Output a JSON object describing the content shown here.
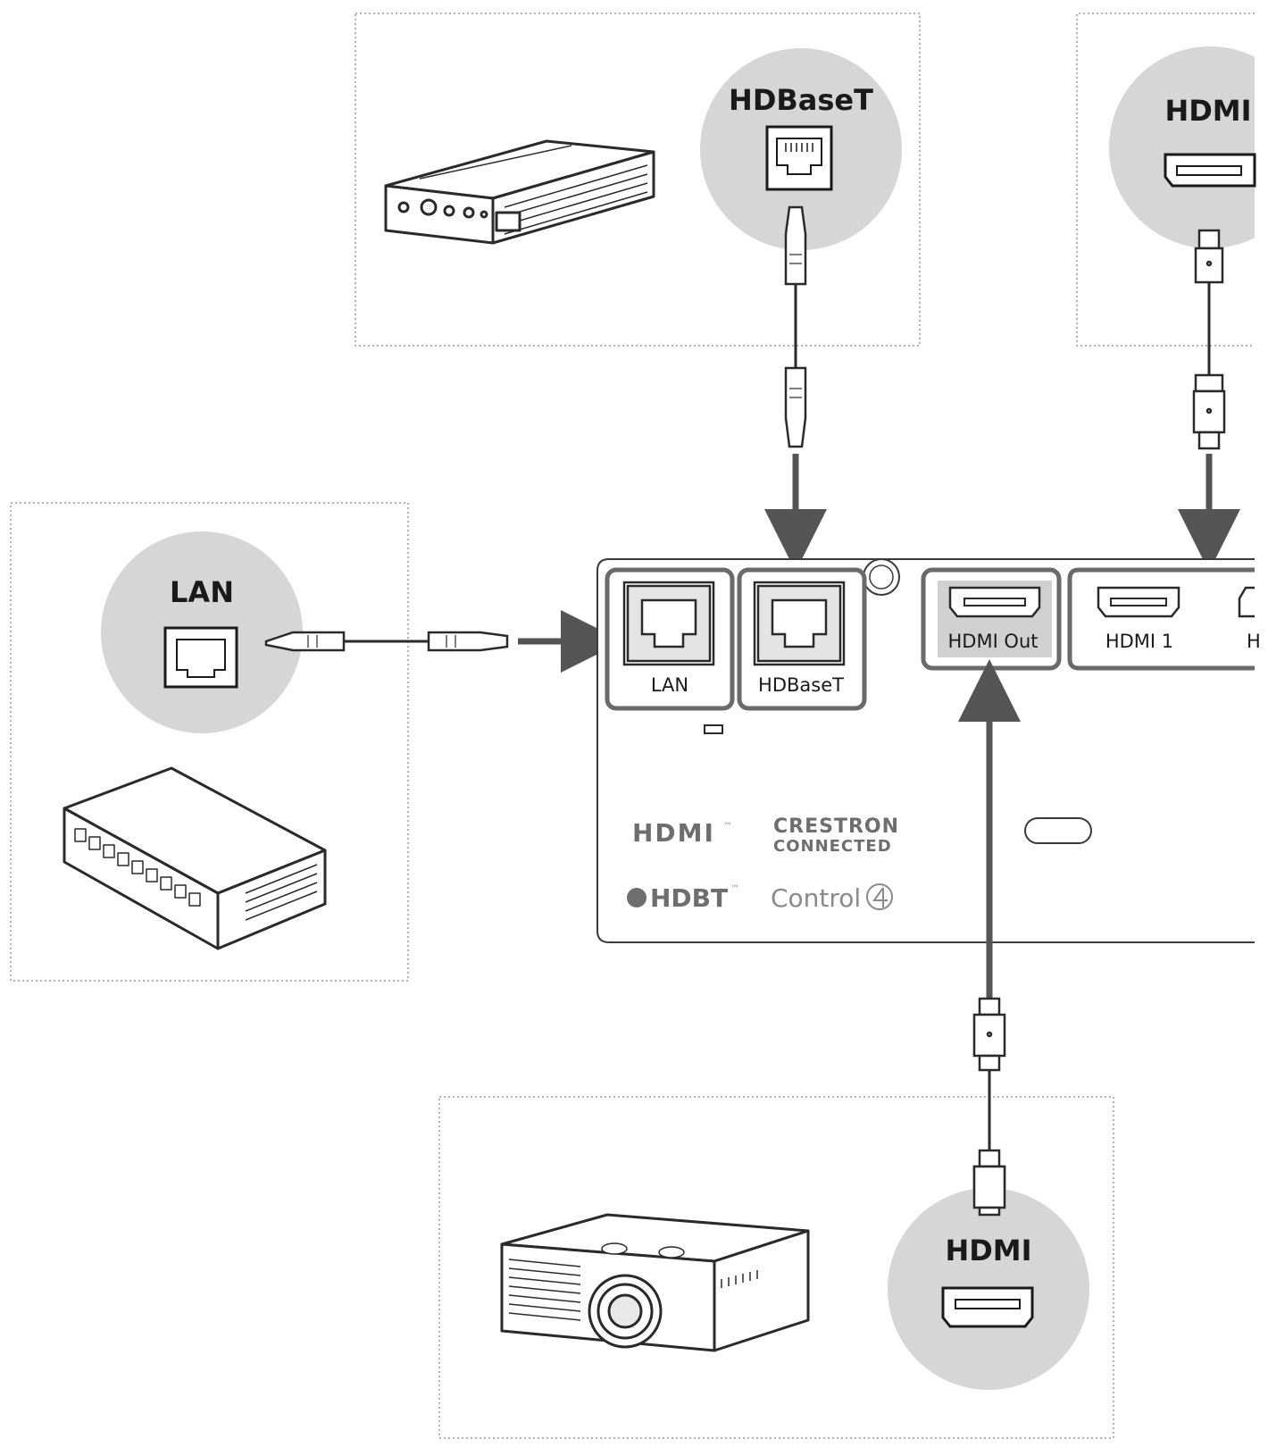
{
  "callouts": {
    "hdbaset": "HDBaseT",
    "hdmi_top": "HDMI",
    "lan": "LAN",
    "hdmi_bottom": "HDMI"
  },
  "ports": {
    "lan": "LAN",
    "hdbaset": "HDBaseT",
    "hdmi_out": "HDMI Out",
    "hdmi_1": "HDMI 1",
    "hdmi_2_partial": "H"
  },
  "logos": {
    "hdmi": "HDMI",
    "hdmi_tm": "™",
    "crestron_1": "CRESTRON",
    "crestron_2": "CONNECTED",
    "hdbt": "HDBT",
    "hdbt_tm": "™",
    "control4": "Control"
  },
  "colors": {
    "line": "#3a3a3a",
    "arrow": "#555555",
    "callout_bg": "#d6d6d6",
    "port_highlight": "#d0d0d0",
    "dotted_frame": "#9a9a9a"
  }
}
